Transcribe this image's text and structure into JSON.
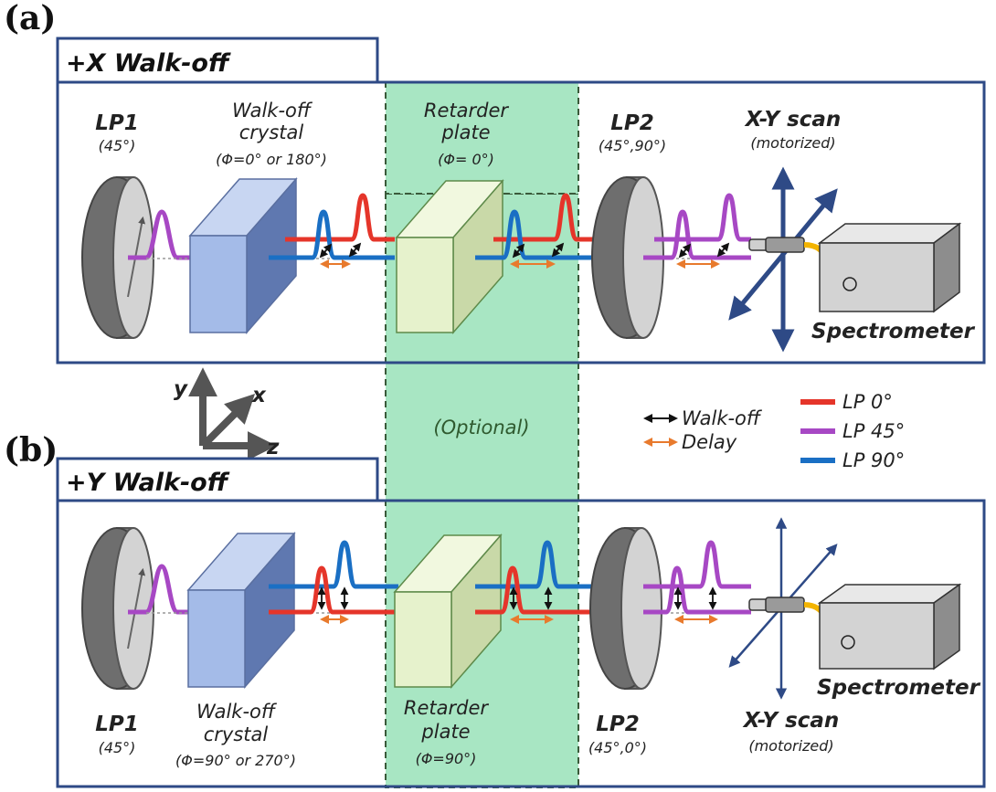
{
  "panels": {
    "a": {
      "letter": "(a)",
      "title": "+X Walk-off",
      "lp1": {
        "name": "LP1",
        "angle": "(45°)"
      },
      "crystal": {
        "line1": "Walk-off",
        "line2": "crystal",
        "phi": "(Φ=0° or 180°)"
      },
      "retarder": {
        "line1": "Retarder",
        "line2": "plate",
        "phi": "(Φ= 0°)"
      },
      "lp2": {
        "name": "LP2",
        "angle": "(45°,90°)"
      },
      "scan": {
        "line1": "X-Y scan",
        "line2": "(motorized)"
      },
      "spectrometer": "Spectrometer"
    },
    "b": {
      "letter": "(b)",
      "title": "+Y Walk-off",
      "lp1": {
        "name": "LP1",
        "angle": "(45°)"
      },
      "crystal": {
        "line1": "Walk-off",
        "line2": "crystal",
        "phi": "(Φ=90° or 270°)"
      },
      "retarder": {
        "line1": "Retarder",
        "line2": "plate",
        "phi": "(Φ=90°)"
      },
      "lp2": {
        "name": "LP2",
        "angle": "(45°,0°)"
      },
      "scan": {
        "line1": "X-Y scan",
        "line2": "(motorized)"
      },
      "spectrometer": "Spectrometer"
    }
  },
  "optional_label": "(Optional)",
  "axes": {
    "y": "y",
    "x": "x",
    "z": "z"
  },
  "legend": {
    "walkoff": "Walk-off",
    "delay": "Delay",
    "lp0": "LP 0°",
    "lp45": "LP 45°",
    "lp90": "LP 90°"
  },
  "colors": {
    "lp0": "#e5352a",
    "lp45": "#a748c4",
    "lp90": "#1a6fc4",
    "frame": "#2e4a86",
    "optional_fill": "#a8e6c3",
    "crystal": "#9fb6e6",
    "retarder": "#e6f2cc",
    "delay": "#e87a2d"
  }
}
